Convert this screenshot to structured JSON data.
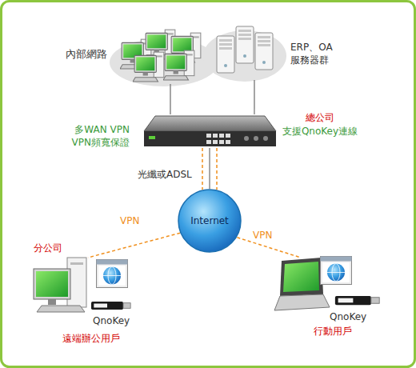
{
  "diagram": {
    "nodes": [
      {
        "text": [
          "內部網路"
        ]
      },
      {
        "text": [
          "ERP、OA 服務器群"
        ]
      },
      {
        "text": [
          "多WAN VPN VPN頻寬保證",
          "總公司",
          "支援QnoKey連線"
        ]
      },
      {
        "text": [
          "Internet"
        ]
      },
      {
        "text": [
          "分公司",
          "QnoKey",
          "遠端辦公用戶"
        ]
      },
      {
        "text": [
          "QnoKey",
          "行動用戶"
        ]
      }
    ],
    "edges": [
      {
        "from": 0,
        "to": 2,
        "arrow": "none"
      },
      {
        "from": 1,
        "to": 2,
        "arrow": "none"
      },
      {
        "from": 2,
        "to": 3,
        "label": "光纖或ADSL",
        "arrow": "none"
      },
      {
        "from": 3,
        "to": 4,
        "label": "VPN",
        "arrow": "none"
      },
      {
        "from": 3,
        "to": 5,
        "label": "VPN",
        "arrow": "none"
      }
    ]
  }
}
